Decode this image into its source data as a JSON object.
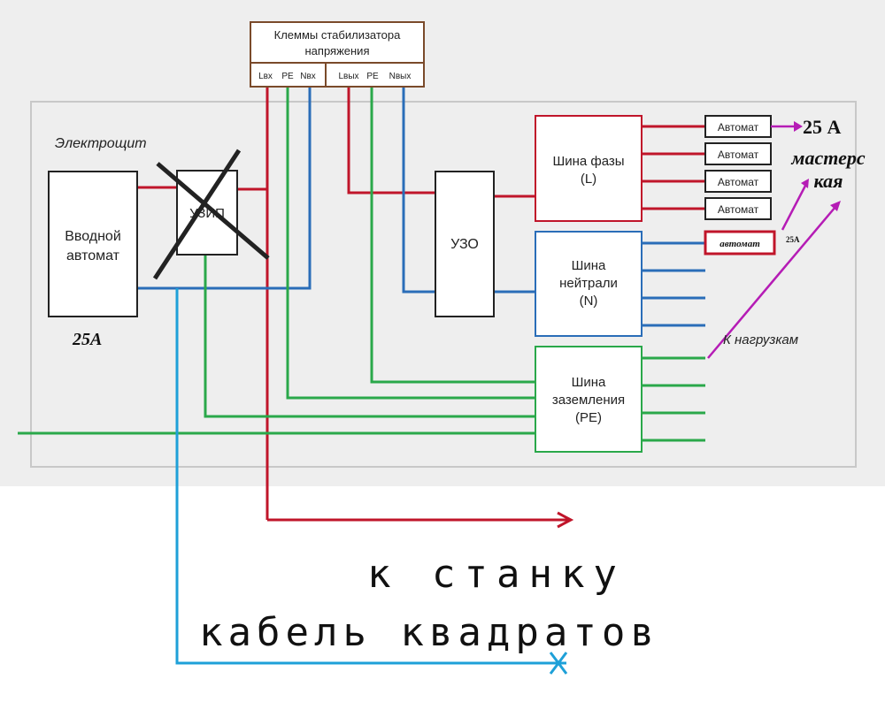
{
  "colors": {
    "phase": "#c0152a",
    "neutral": "#2a6db8",
    "ground": "#2aa84a",
    "brown": "#7a4a2a",
    "magenta": "#b51cb5",
    "cyan": "#1ea0d8",
    "bg": "#eeeeee"
  },
  "panel": {
    "label": "Электрощит"
  },
  "stabilizer": {
    "title_line1": "Клеммы стабилизатора",
    "title_line2": "напряжения",
    "terminals_in": [
      "Lвх",
      "PE",
      "Nвх"
    ],
    "terminals_out": [
      "Lвых",
      "PE",
      "Nвых"
    ]
  },
  "input_breaker": {
    "line1": "Вводной",
    "line2": "автомат",
    "rating": "25А"
  },
  "uzip": {
    "label": "УЗИП"
  },
  "rcd": {
    "label": "УЗО"
  },
  "bus_phase": {
    "line1": "Шина фазы",
    "line2": "(L)"
  },
  "bus_neutral": {
    "line1": "Шина",
    "line2": "нейтрали",
    "line3": "(N)"
  },
  "bus_ground": {
    "line1": "Шина",
    "line2": "заземления",
    "line3": "(PE)"
  },
  "breakers": [
    "Автомат",
    "Автомат",
    "Автомат",
    "Автомат"
  ],
  "added_breaker": {
    "label": "автомат",
    "rating": "25А"
  },
  "annotations": {
    "rating_top": "25 А",
    "workshop_line1": "мастерс",
    "workshop_line2": "кая",
    "to_loads": "К нагрузкам",
    "to_machine": "к станку",
    "cable_note": "кабель квадратов"
  }
}
